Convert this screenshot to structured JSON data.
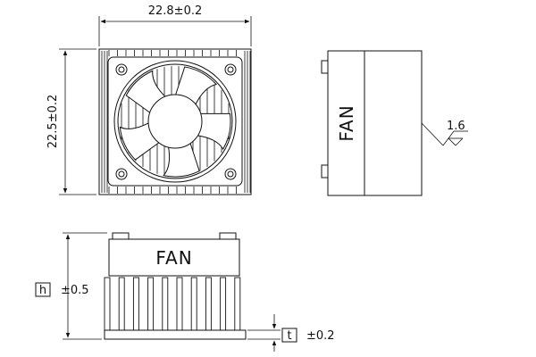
{
  "dimensions": {
    "width": "22.8±0.2",
    "height": "22.5±0.2",
    "roughness": "1.6",
    "h_label": "h",
    "h_tol": "±0.5",
    "t_label": "t",
    "t_tol": "±0.2"
  },
  "labels": {
    "side_fan": "FAN",
    "front_fan": "FAN"
  }
}
